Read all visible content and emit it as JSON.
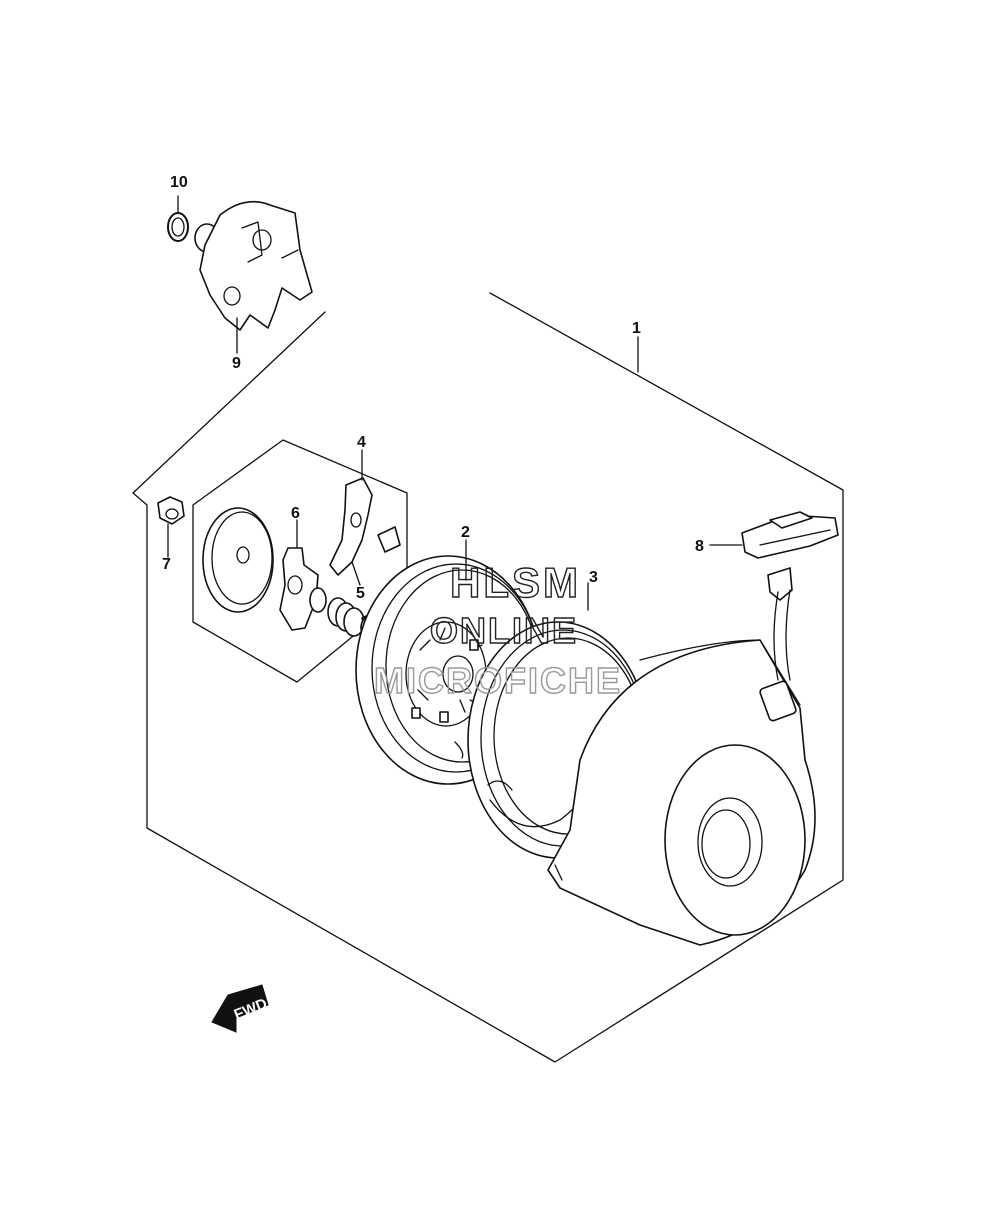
{
  "callouts": {
    "c1": "1",
    "c2": "2",
    "c3": "3",
    "c4": "4",
    "c5": "5",
    "c6": "6",
    "c7": "7",
    "c8": "8",
    "c9": "9",
    "c10": "10"
  },
  "watermark": {
    "line1": "HLSM",
    "line2": "ONLINE",
    "line3": "MICROFICHE"
  },
  "direction_badge": {
    "label": "FWD"
  }
}
